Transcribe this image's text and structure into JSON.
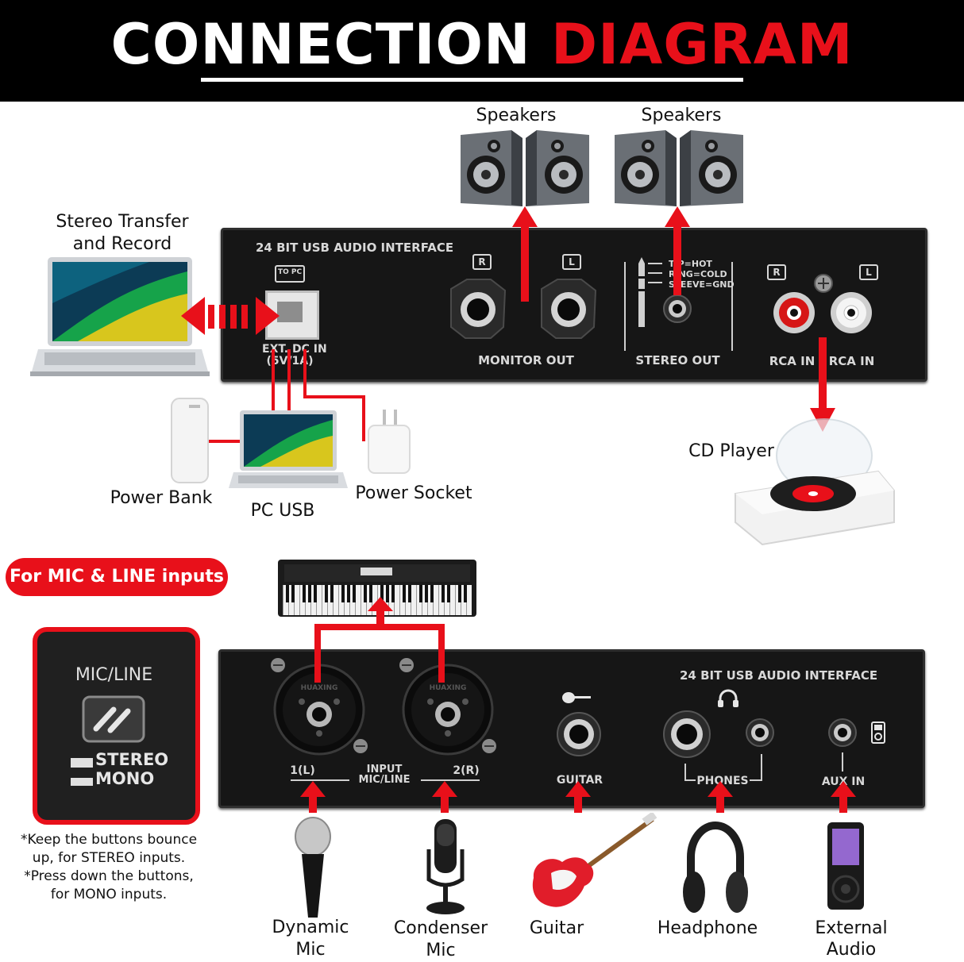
{
  "header": {
    "title_white": "CONNECTION",
    "title_red": "DIAGRAM"
  },
  "top_section": {
    "speakers_left_label": "Speakers",
    "speakers_right_label": "Speakers",
    "laptop_label_line1": "Stereo Transfer",
    "laptop_label_line2": "and Record",
    "power_bank_label": "Power Bank",
    "pc_usb_label": "PC USB",
    "power_socket_label": "Power Socket",
    "cd_player_label": "CD Player",
    "panel": {
      "model_text": "24 BIT USB AUDIO INTERFACE",
      "to_pc": "TO PC",
      "ext_dc_line1": "EXT. DC IN",
      "ext_dc_line2": "(5V/1A)",
      "monitor_out": "MONITOR OUT",
      "monitor_r": "R",
      "monitor_l": "L",
      "tip_hot": "TIP=HOT",
      "ring_cold": "RING=COLD",
      "sleeve_gnd": "SLEEVE=GND",
      "stereo_out": "STEREO OUT",
      "rca_r": "R",
      "rca_l": "L",
      "rca_in_r": "RCA IN",
      "rca_in_l": "RCA IN"
    }
  },
  "bottom_section": {
    "pill_label": "For MIC & LINE inputs",
    "mic_line_box": {
      "title": "MIC/LINE",
      "stereo": "STEREO",
      "mono": "MONO"
    },
    "notes": [
      "*Keep the buttons bounce",
      "up, for STEREO inputs.",
      "*Press down the buttons,",
      "for MONO inputs."
    ],
    "panel": {
      "model_text": "24 BIT USB AUDIO INTERFACE",
      "input_1": "1(L)",
      "input_label_line1": "INPUT",
      "input_label_line2": "MIC/LINE",
      "input_2": "2(R)",
      "guitar": "GUITAR",
      "phones": "PHONES",
      "aux_in": "AUX IN",
      "xlr_brand": "HUAXING"
    },
    "devices": [
      {
        "line1": "Dynamic",
        "line2": "Mic"
      },
      {
        "line1": "Condenser",
        "line2": "Mic"
      },
      {
        "line1": "Guitar",
        "line2": ""
      },
      {
        "line1": "Headphone",
        "line2": ""
      },
      {
        "line1": "External",
        "line2": "Audio"
      }
    ]
  },
  "colors": {
    "accent_red": "#e8101a",
    "panel_black": "#161616",
    "header_black": "#000000"
  }
}
